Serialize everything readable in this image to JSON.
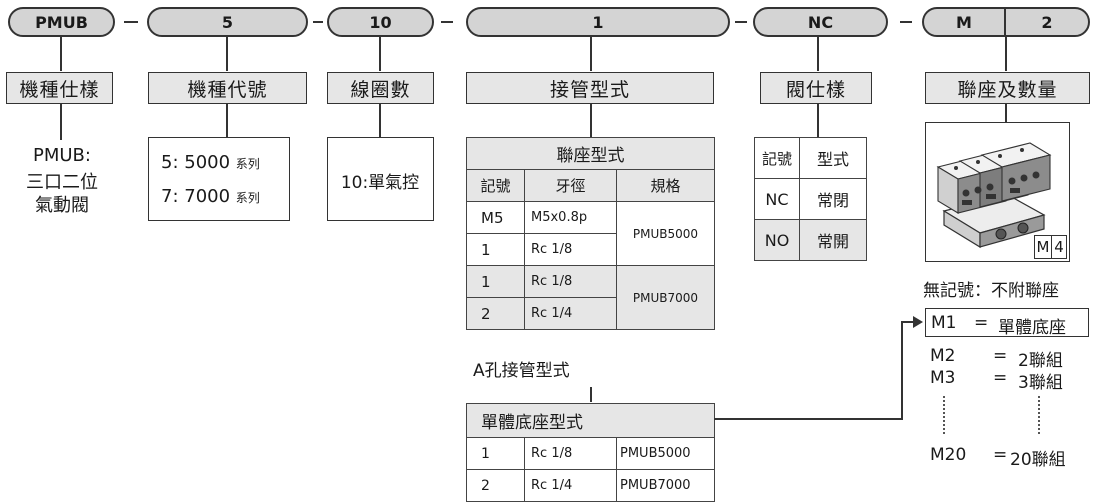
{
  "codes": [
    "PMUB",
    "5",
    "10",
    "1",
    "NC",
    "M",
    "2"
  ],
  "headers": {
    "model_spec": "機種仕樣",
    "model_code": "機種代號",
    "coil_count": "線圈數",
    "pipe_type": "接管型式",
    "valve_spec": "閥仕樣",
    "manifold_qty": "聯座及數量"
  },
  "model": {
    "line1": "PMUB:",
    "line2": "三口二位",
    "line3": "氣動閥"
  },
  "model_code_list": [
    {
      "value": "5: 5000",
      "suffix": "系列"
    },
    {
      "value": "7: 7000",
      "suffix": "系列"
    }
  ],
  "coil_text": "10:單氣控",
  "manifold_table": {
    "title": "聯座型式",
    "columns": [
      "記號",
      "牙徑",
      "規格"
    ],
    "rows": [
      {
        "code": "M5",
        "thread": "M5x0.8p"
      },
      {
        "code": "1",
        "thread": "Rc 1/8"
      },
      {
        "code": "1",
        "thread": "Rc 1/8"
      },
      {
        "code": "2",
        "thread": "Rc 1/4"
      }
    ],
    "spec_groups": [
      "PMUB5000",
      "PMUB7000"
    ]
  },
  "port_a_label": "A孔接管型式",
  "single_table": {
    "title": "單體底座型式",
    "rows": [
      {
        "code": "1",
        "thread": "Rc 1/8",
        "spec": "PMUB5000"
      },
      {
        "code": "2",
        "thread": "Rc 1/4",
        "spec": "PMUB7000"
      }
    ]
  },
  "valve_table": {
    "columns": [
      "記號",
      "型式"
    ],
    "rows": [
      {
        "code": "NC",
        "type": "常閉"
      },
      {
        "code": "NO",
        "type": "常開"
      }
    ]
  },
  "image_tag": {
    "left": "M",
    "right": "4"
  },
  "no_mark_text": "無記號：不附聯座",
  "qty_list": [
    {
      "code": "M1",
      "eq": "=",
      "desc": "單體底座"
    },
    {
      "code": "M2",
      "eq": "=",
      "desc": "2聯組"
    },
    {
      "code": "M3",
      "eq": "=",
      "desc": "3聯組"
    },
    {
      "code": "M20",
      "eq": "=",
      "desc": "20聯組"
    }
  ],
  "colors": {
    "line": "#333333",
    "box_fill": "#e6e6e6",
    "pill_fill": "#d4d4d4"
  }
}
